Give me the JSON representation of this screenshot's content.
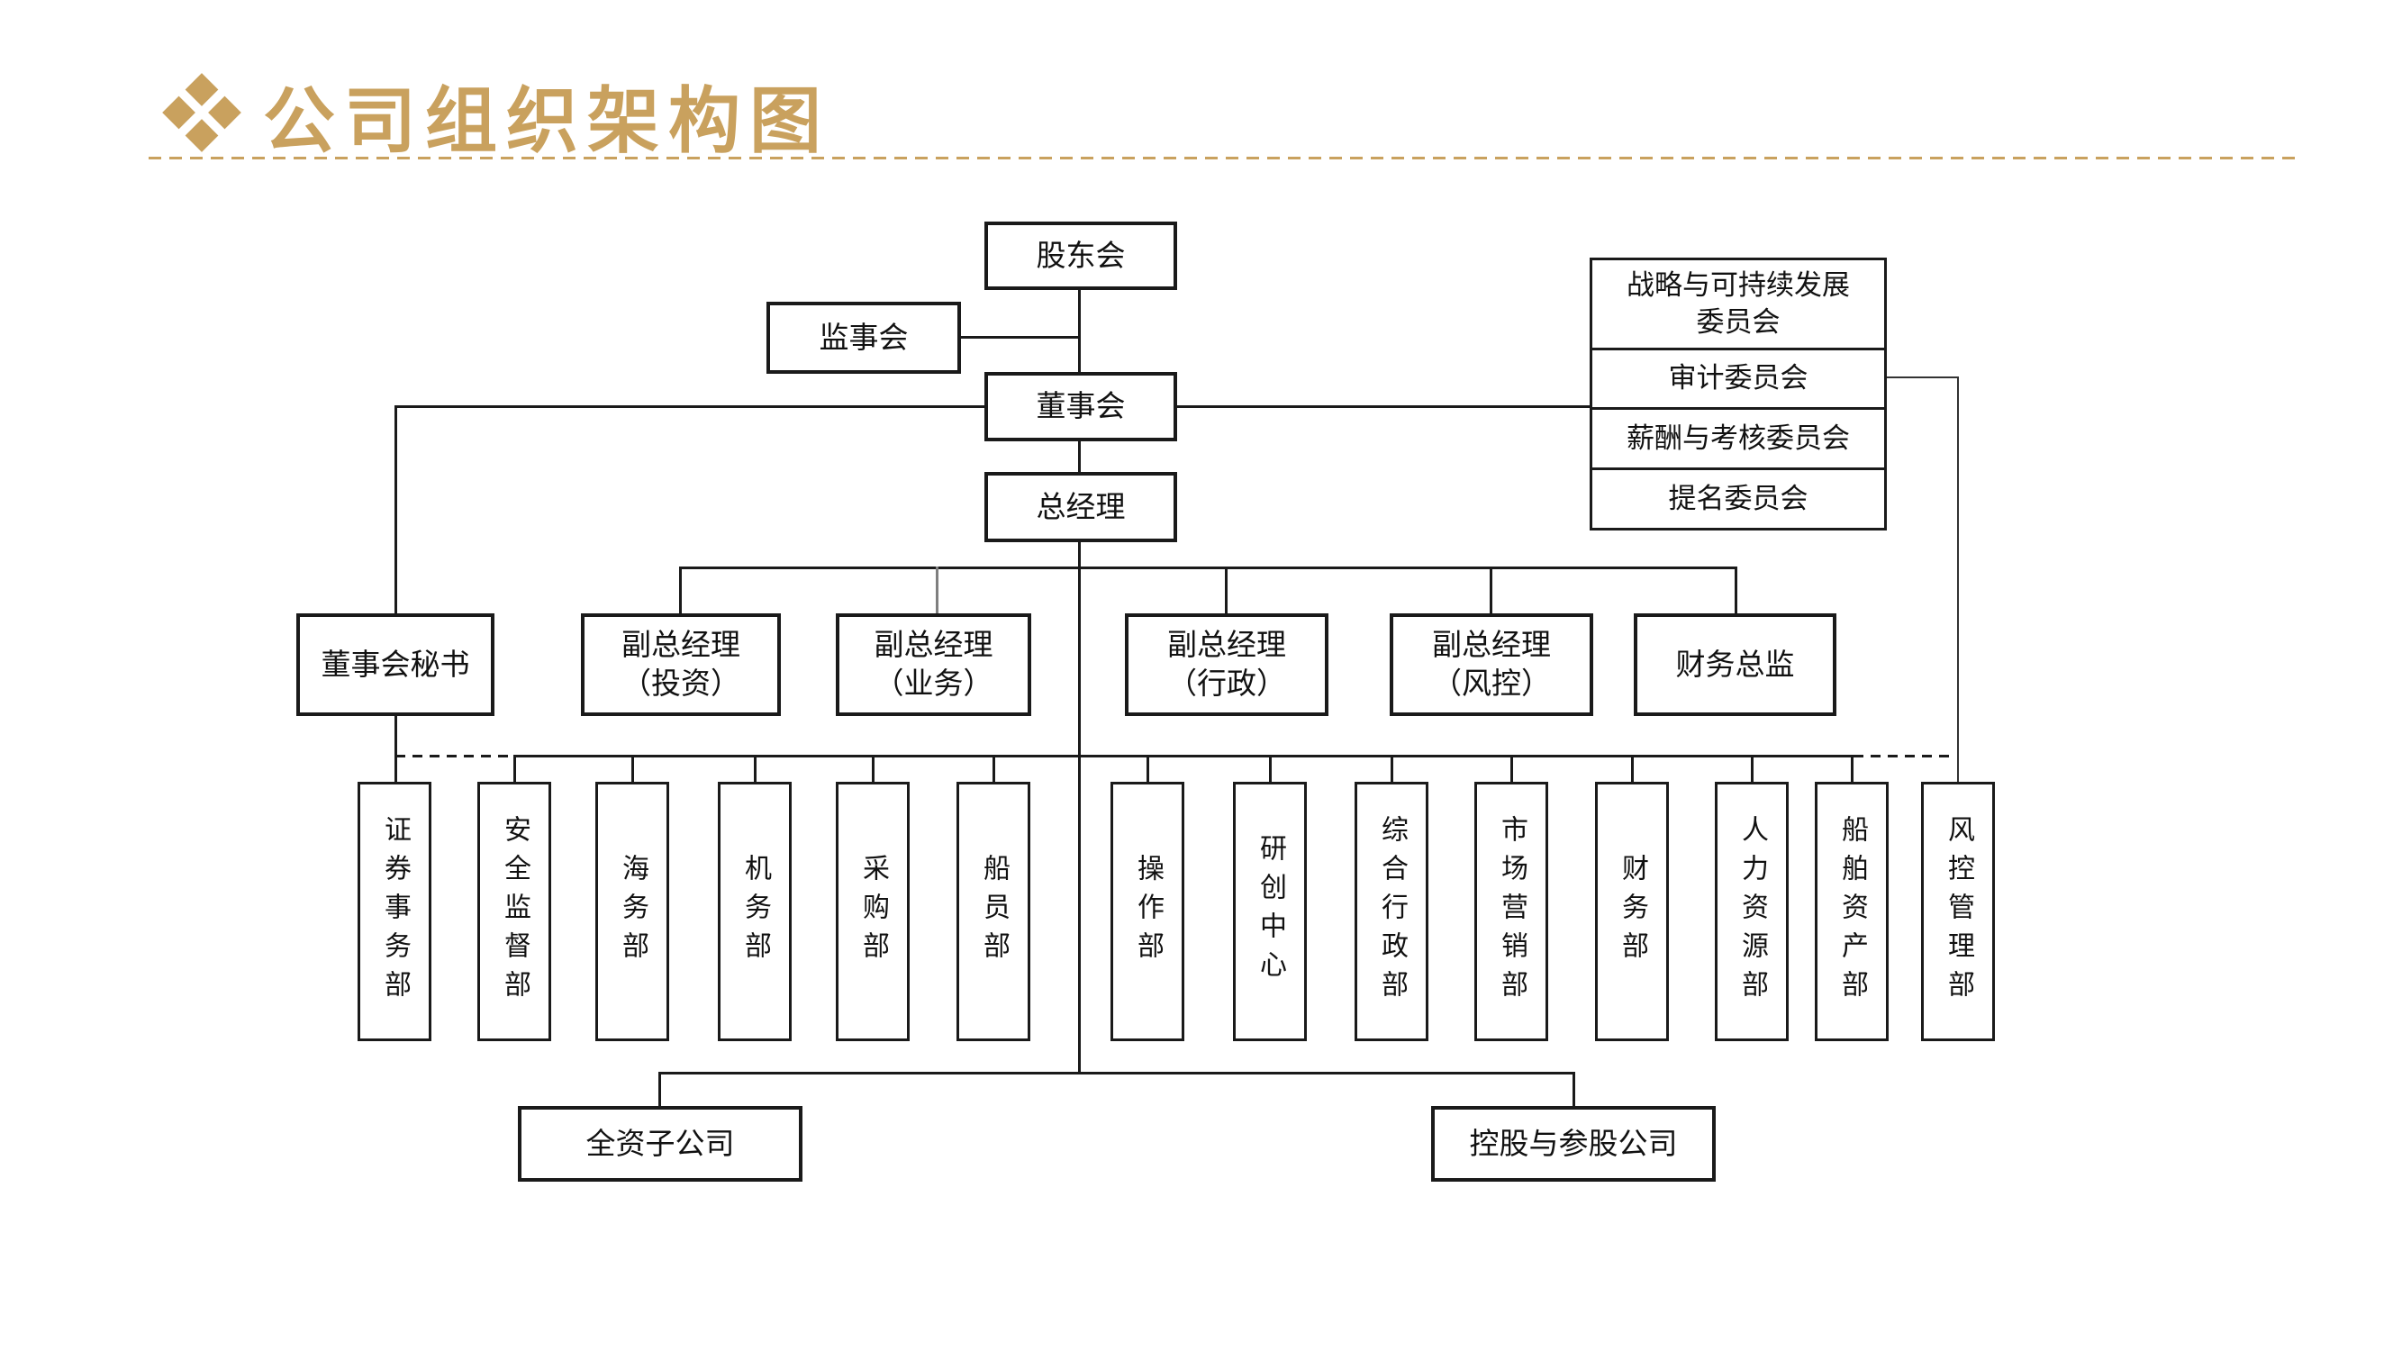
{
  "palette": {
    "accent": "#C9A15E",
    "line_color": "#1a1a1a",
    "gray_connector": "#7f7f7f"
  },
  "header": {
    "icon": "diamond-cluster-icon",
    "title": "公司组织架构图"
  },
  "org": {
    "top": {
      "shareholders": "股东会",
      "supervisory_board": "监事会",
      "board_of_directors": "董事会",
      "general_manager": "总经理"
    },
    "committees": [
      {
        "line1": "战略与可持续发展",
        "line2": "委员会"
      },
      {
        "line1": "审计委员会"
      },
      {
        "line1": "薪酬与考核委员会"
      },
      {
        "line1": "提名委员会"
      }
    ],
    "executives": [
      {
        "line1": "董事会秘书"
      },
      {
        "line1": "副总经理",
        "line2": "（投资）"
      },
      {
        "line1": "副总经理",
        "line2": "（业务）"
      },
      {
        "line1": "副总经理",
        "line2": "（行政）"
      },
      {
        "line1": "副总经理",
        "line2": "（风控）"
      },
      {
        "line1": "财务总监"
      }
    ],
    "departments": [
      "证券事务部",
      "安全监督部",
      "海务部",
      "机务部",
      "采购部",
      "船员部",
      "操作部",
      "研创中心",
      "综合行政部",
      "市场营销部",
      "财务部",
      "人力资源部",
      "船舶资产部",
      "风控管理部"
    ],
    "subsidiaries": [
      "全资子公司",
      "控股与参股公司"
    ]
  }
}
